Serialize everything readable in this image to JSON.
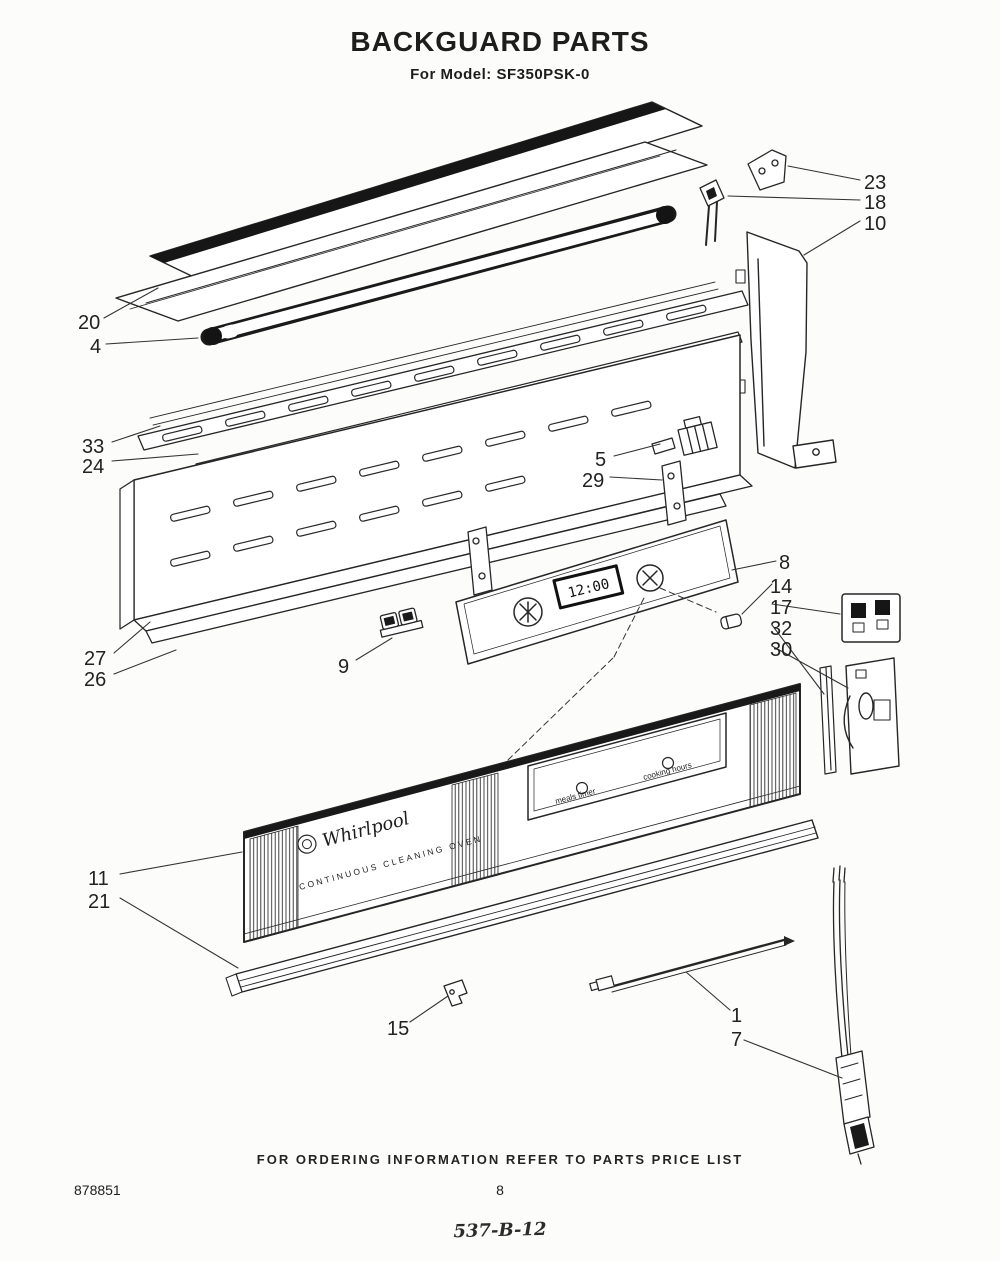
{
  "header": {
    "title": "BACKGUARD PARTS",
    "subtitle": "For Model: SF350PSK-0"
  },
  "diagram": {
    "clock_display": "12:00",
    "brand": "Whirlpool",
    "panel_caption": "CONTINUOUS CLEANING OVEN",
    "window_label_left": "meals timer",
    "window_label_right": "cooking hours"
  },
  "callouts": {
    "c1": "1",
    "c4": "4",
    "c5": "5",
    "c7": "7",
    "c8": "8",
    "c9": "9",
    "c10": "10",
    "c11": "11",
    "c14": "14",
    "c15": "15",
    "c17": "17",
    "c18": "18",
    "c20": "20",
    "c21": "21",
    "c23": "23",
    "c24": "24",
    "c26": "26",
    "c27": "27",
    "c29": "29",
    "c30": "30",
    "c32": "32",
    "c33": "33"
  },
  "footer": {
    "ordering_note": "FOR ORDERING INFORMATION REFER TO PARTS PRICE LIST",
    "doc_number": "878851",
    "page_number": "8",
    "handwritten_code": "537-B-12"
  },
  "colors": {
    "ink": "#262626",
    "paper": "#fcfcfa"
  }
}
